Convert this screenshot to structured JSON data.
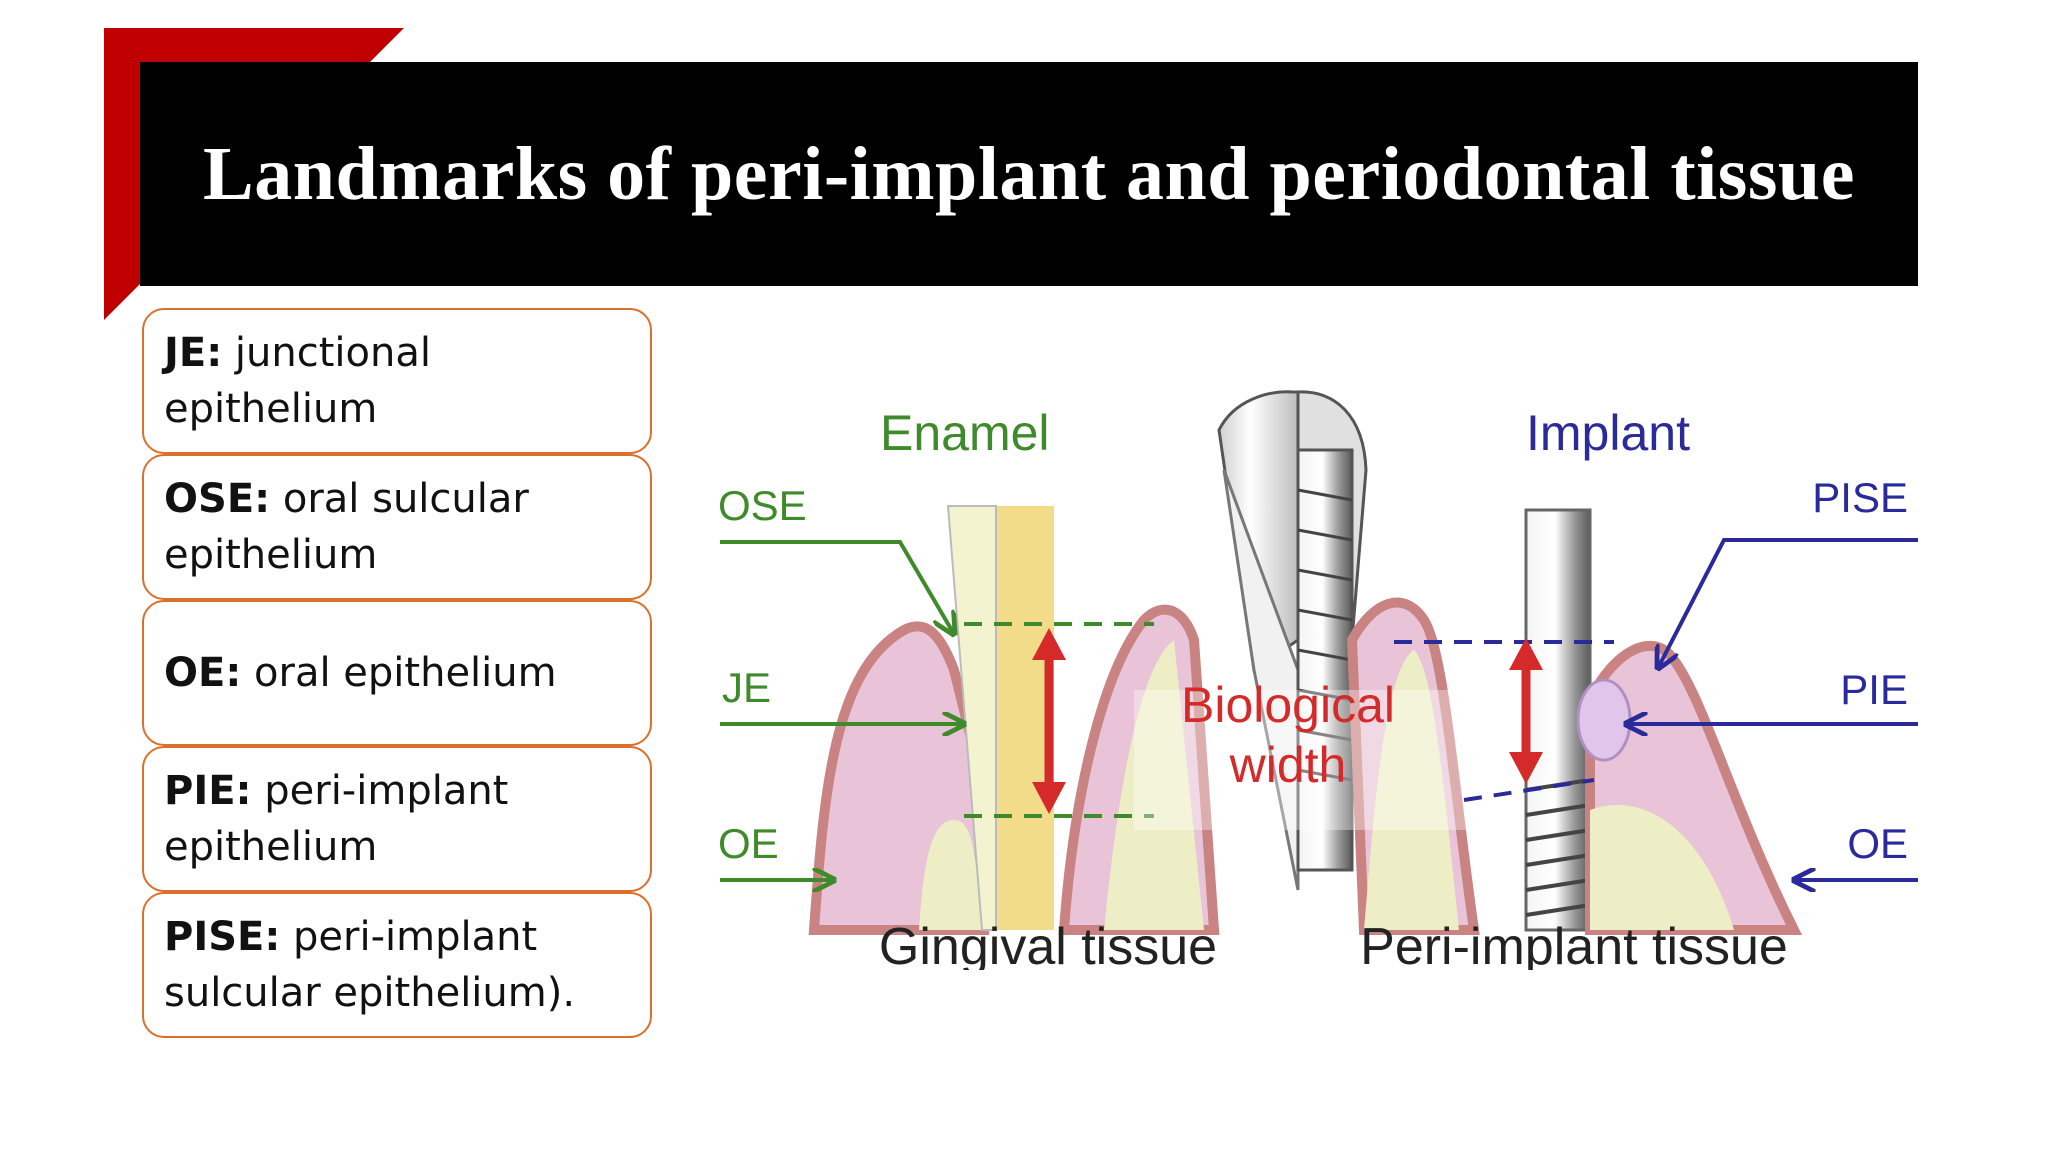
{
  "title": "Landmarks of peri-implant and periodontal tissue",
  "definitions": [
    {
      "term": "JE:",
      "text": " junctional epithelium"
    },
    {
      "term": "OSE:",
      "text": " oral sulcular epithelium"
    },
    {
      "term": "OE:",
      "text": " oral epithelium"
    },
    {
      "term": "PIE:",
      "text": " peri-implant epithelium"
    },
    {
      "term": "PISE:",
      "text": " peri-implant sulcular epithelium)."
    }
  ],
  "figure": {
    "label_enamel": "Enamel",
    "label_implant": "Implant",
    "label_ose": "OSE",
    "label_je": "JE",
    "label_oe_left": "OE",
    "label_pise": "PISE",
    "label_pie": "PIE",
    "label_oe_right": "OE",
    "bio_line1": "Biological",
    "bio_line2": "width",
    "caption_left": "Gingival tissue",
    "caption_right": "Peri-implant tissue"
  },
  "colors": {
    "title_bar": "#000000",
    "accent_red": "#c00000",
    "box_border": "#d9712c",
    "green_labels": "#3f8a2a",
    "blue_labels": "#2a2a9a",
    "bio_width_red": "#d42a2a",
    "gingiva_pink": "#e9c4d8",
    "epithelium_rose": "#c98383",
    "bone_yellow": "#eeeec6"
  }
}
